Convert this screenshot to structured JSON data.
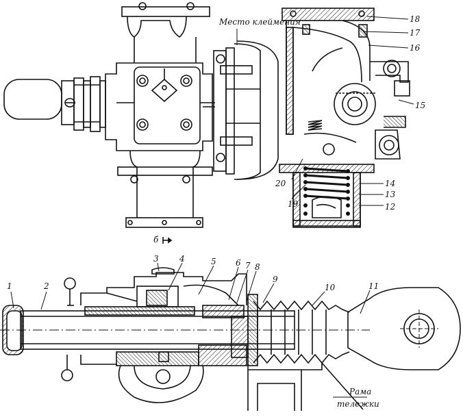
{
  "captions": {
    "clamping_place": "Место клеймения",
    "section_mark": "б",
    "frame_line1": "Рама",
    "frame_line2": "тележки"
  },
  "callouts": [
    {
      "id": "18",
      "text": "18"
    },
    {
      "id": "17",
      "text": "17"
    },
    {
      "id": "16",
      "text": "16"
    },
    {
      "id": "15",
      "text": "15"
    },
    {
      "id": "14",
      "text": "14"
    },
    {
      "id": "13",
      "text": "13"
    },
    {
      "id": "12",
      "text": "12"
    },
    {
      "id": "20",
      "text": "20"
    },
    {
      "id": "19",
      "text": "19"
    },
    {
      "id": "1",
      "text": "1"
    },
    {
      "id": "2",
      "text": "2"
    },
    {
      "id": "3",
      "text": "3"
    },
    {
      "id": "4",
      "text": "4"
    },
    {
      "id": "5",
      "text": "5"
    },
    {
      "id": "6",
      "text": "6"
    },
    {
      "id": "7",
      "text": "7"
    },
    {
      "id": "8",
      "text": "8"
    },
    {
      "id": "9",
      "text": "9"
    },
    {
      "id": "10",
      "text": "10"
    },
    {
      "id": "11",
      "text": "11"
    }
  ]
}
